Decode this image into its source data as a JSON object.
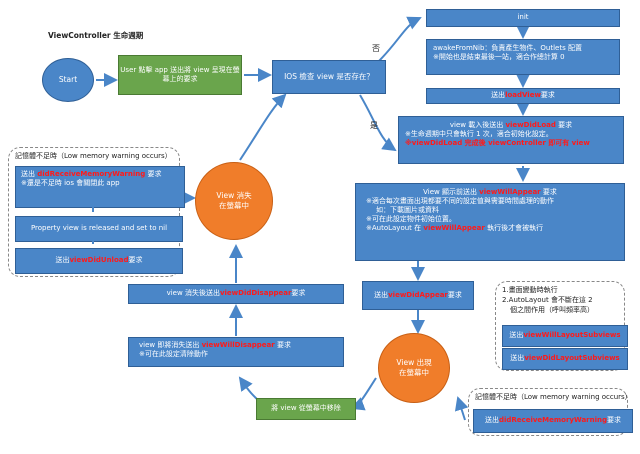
{
  "title": "ViewController 生命週期",
  "start": "Start",
  "user_action": "User 點擊 app 送出將 view 呈現在螢幕上的要求",
  "ios_check": "IOS 檢查 view 是否存在？",
  "label_no": "否",
  "label_yes": "是",
  "init": "init",
  "awake": {
    "line1": "awakeFromNib：負責產生物件、Outlets 配置",
    "line2": "※開始也是結束最後一站，適合作總計算 0"
  },
  "loadview": {
    "prefix": "送出 ",
    "method": "loadView",
    "suffix": " 要求"
  },
  "viewdidload": {
    "l1_prefix": "view 載入後送出 ",
    "l1_method": "viewDidLoad",
    "l1_suffix": " 要求",
    "l2": "※生命週期中只會執行 1 次，適合初始化設定。",
    "l3_method": "※viewDidLoad 完成後 viewController 即可有 view"
  },
  "willappear": {
    "l1_prefix": "View 顯示前送出 ",
    "l1_method": "viewWillAppear",
    "l1_suffix": " 要求",
    "l2": "※適合每次畫面出現都要不同的設定值與需要時間處理的動作",
    "l3": "如：下載圖片或資料",
    "l4": "※可在此設定物件初始位置。",
    "l5_prefix": "※AutoLayout 在 ",
    "l5_method": "viewWillAppear",
    "l5_suffix": " 執行後才會被執行"
  },
  "didappear": {
    "prefix": "送出 ",
    "method": "viewDidAppear",
    "suffix": " 要求"
  },
  "layout_box": {
    "l1": "1.畫面變動時執行",
    "l2": "2.AutoLayout 會不斷在這 2",
    "l3": "個之間作用（呼叫頻率高）",
    "b1_prefix": "送出 ",
    "b1_method": "viewWillLayoutSubviews",
    "b2_prefix": "送出 ",
    "b2_method": "viewDidLayoutSubviews"
  },
  "appear_circle": {
    "l1": "View 出現",
    "l2": "在螢幕中"
  },
  "memory_warn_right": {
    "header": "記憶體不足時（Low memory warning occurs）",
    "prefix": "送出 ",
    "method": "didReceiveMemoryWarning",
    "suffix": " 要求"
  },
  "remove": "將 view 從螢幕中移除",
  "willdisappear": {
    "l1_prefix": "view 即將消失送出 ",
    "l1_method": "viewWillDisappear",
    "l1_suffix": " 要求",
    "l2": "※可在此設定清除動作"
  },
  "diddisappear": {
    "prefix": "view 消失後送出 ",
    "method": "viewDidDisappear",
    "suffix": " 要求"
  },
  "disappear_circle": {
    "l1": "View 消失",
    "l2": "在螢幕中"
  },
  "memory_warn_left": {
    "header": "記憶體不足時（Low memory warning occurs）",
    "m1_prefix": "送出 ",
    "m1_method": "didReceiveMemoryWarning",
    "m1_suffix": " 要求",
    "m1_note": "※還是不足時 ios 會關閉此 app",
    "released": "Property view is released and set to nil",
    "unload_prefix": "送出 ",
    "unload_method": "viewDidUnload",
    "unload_suffix": " 要求"
  },
  "colors": {
    "box_blue": "#4a86c8",
    "green": "#6aa54c",
    "orange": "#f07d2a",
    "method_red": "#ff1a1a"
  }
}
